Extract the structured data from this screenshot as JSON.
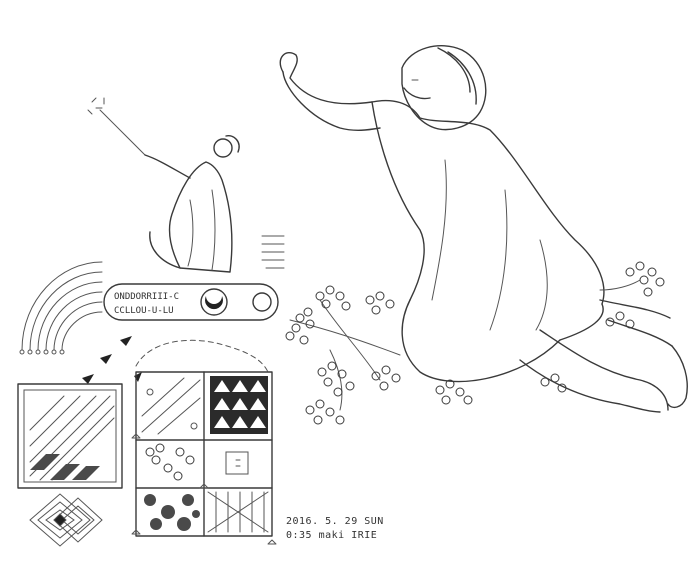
{
  "tube_text": {
    "line1": "ONDDORRIII-C",
    "line2": "CCLLOU-U-LU"
  },
  "caption": {
    "date_line": "2016. 5. 29 SUN",
    "author_line": "0:35 maki IRIE"
  }
}
